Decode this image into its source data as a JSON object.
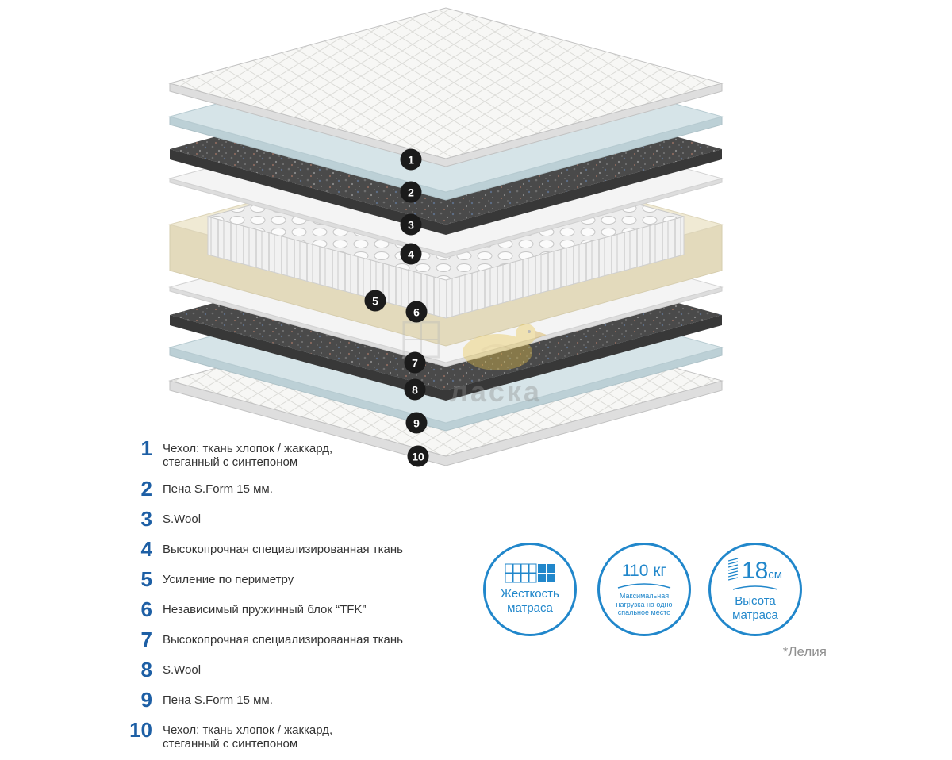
{
  "colors": {
    "accent_blue": "#2187cb",
    "legend_number_blue": "#1d5fa5",
    "marker_bg": "#1b1b1b",
    "marker_text": "#ffffff"
  },
  "diagram": {
    "markers": [
      "1",
      "2",
      "3",
      "4",
      "5",
      "6",
      "7",
      "8",
      "9",
      "10"
    ]
  },
  "legend": {
    "items": [
      {
        "num": "1",
        "line1": "Чехол: ткань хлопок / жаккард,",
        "line2": "стеганный с синтепоном"
      },
      {
        "num": "2",
        "line1": "Пена S.Form 15 мм."
      },
      {
        "num": "3",
        "line1": "S.Wool"
      },
      {
        "num": "4",
        "line1": "Высокопрочная специализированная ткань"
      },
      {
        "num": "5",
        "line1": "Усиление по периметру"
      },
      {
        "num": "6",
        "line1": "Независимый пружинный блок “TFK”"
      },
      {
        "num": "7",
        "line1": "Высокопрочная специализированная ткань"
      },
      {
        "num": "8",
        "line1": "S.Wool"
      },
      {
        "num": "9",
        "line1": "Пена S.Form 15 мм."
      },
      {
        "num": "10",
        "line1": "Чехол: ткань хлопок / жаккард,",
        "line2": "стеганный с синтепоном"
      }
    ]
  },
  "badges": {
    "firmness": {
      "label1": "Жесткость",
      "label2": "матраса"
    },
    "load": {
      "value": "110 кг",
      "caption": "Максимальная нагрузка на одно спальное место"
    },
    "height": {
      "value": "18",
      "unit": "см",
      "label1": "Высота",
      "label2": "матраса"
    }
  },
  "watermark": {
    "text": "ласка"
  },
  "footnote": {
    "text": "*Лелия"
  }
}
